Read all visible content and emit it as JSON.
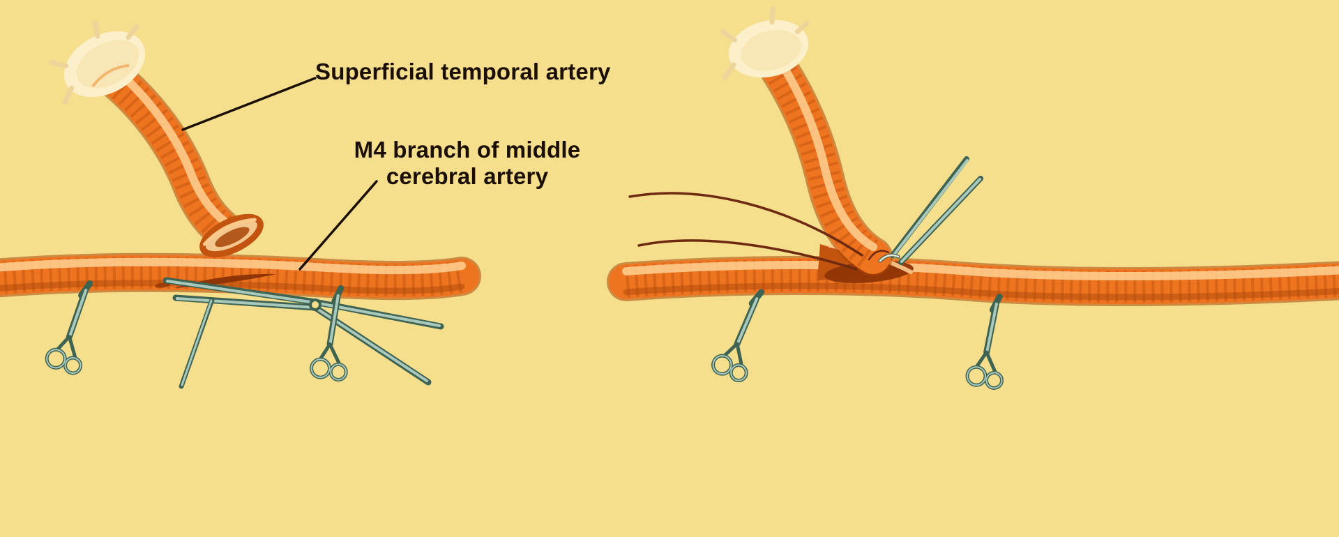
{
  "figure": {
    "labels": {
      "sta": "Superficial temporal artery",
      "m4_line1": "M4 branch of middle",
      "m4_line2": "cerebral artery"
    },
    "colors": {
      "background": "#f5df8c",
      "background_light": "#fdf2bf",
      "artery": "#ee7420",
      "artery_dark": "#c2540f",
      "artery_deep": "#a84508",
      "artery_light": "#ffcb8c",
      "lumen": "#8f3506",
      "pale_tissue": "#fcf0cb",
      "instrument": "#a9c9bc",
      "instrument_dark": "#3f6353",
      "thread": "#6e2a10",
      "label_text": "#1b0e03"
    }
  }
}
